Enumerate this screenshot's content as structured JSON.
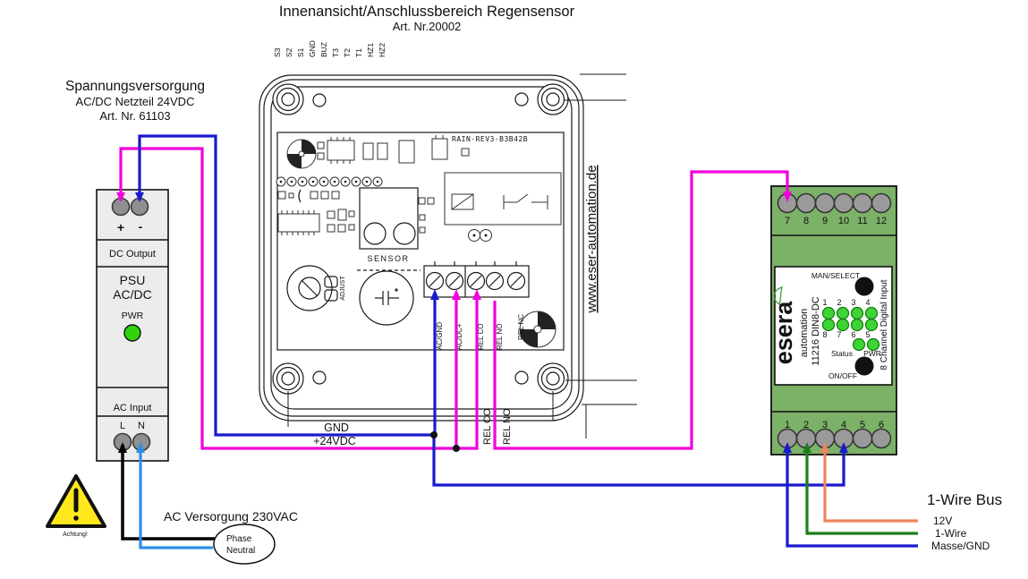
{
  "title": {
    "line1": "Innenansicht/Anschlussbereich Regensensor",
    "line2": "Art. Nr.20002"
  },
  "psu": {
    "heading1": "Spannungsversorgung",
    "heading2": "AC/DC Netzteil 24VDC",
    "heading3": "Art. Nr. 61103",
    "plus": "+",
    "minus": "-",
    "dc_output": "DC Output",
    "name1": "PSU",
    "name2": "AC/DC",
    "pwr": "PWR",
    "ac_input": "AC Input",
    "l": "L",
    "n": "N"
  },
  "board": {
    "top_pins": [
      "S3",
      "S2",
      "S1",
      "GND",
      "BUZ",
      "T3",
      "T2",
      "T1",
      "HZ1",
      "HZ2"
    ],
    "pcb_code": "RAIN-REV3-B3B42B",
    "sensor": "SENSOR",
    "adjust": "ADJUST",
    "terminals": [
      "AC/GND",
      "AC/DC+",
      "REL CO",
      "REL NO",
      "REL NC"
    ],
    "website": "www.eser-automation.de"
  },
  "wire_labels": {
    "gnd": "GND",
    "v24": "+24VDC",
    "rel_co": "REL CO",
    "rel_no": "REL NO"
  },
  "din": {
    "top_terminals": [
      "7",
      "8",
      "9",
      "10",
      "11",
      "12"
    ],
    "bottom_terminals": [
      "1",
      "2",
      "3",
      "4",
      "5",
      "6"
    ],
    "man_select": "MAN/SELECT",
    "on_off": "ON/OFF",
    "status": "Status",
    "pwr": "PWR",
    "led_row1": [
      "1",
      "2",
      "3",
      "4"
    ],
    "led_row2": [
      "8",
      "7",
      "6",
      "5"
    ],
    "brand": "esera",
    "brand_sub": "automation",
    "model": "11216 DIN8-DC",
    "side_label": "8 Channel Digital Input"
  },
  "mains": {
    "label": "AC Versorgung 230VAC",
    "phase": "Phase",
    "neutral": "Neutral",
    "warning": "Achtung!"
  },
  "bus": {
    "title": "1-Wire Bus",
    "v12": "12V",
    "onewire": "1-Wire",
    "gnd": "Masse/GND"
  },
  "colors": {
    "magenta_wire": "#F000DC",
    "blue_wire": "#1A1ACD",
    "light_blue_wire": "#2E8FE8",
    "black_wire": "#000000",
    "green_wire": "#1B7E1B",
    "orange_wire": "#F0845C",
    "module_green": "#7CB168",
    "led_green": "#3FD435",
    "psu_led_green": "#2FD40C",
    "brand_green": "#3E9B37",
    "warning_yellow": "#FFE81C"
  }
}
